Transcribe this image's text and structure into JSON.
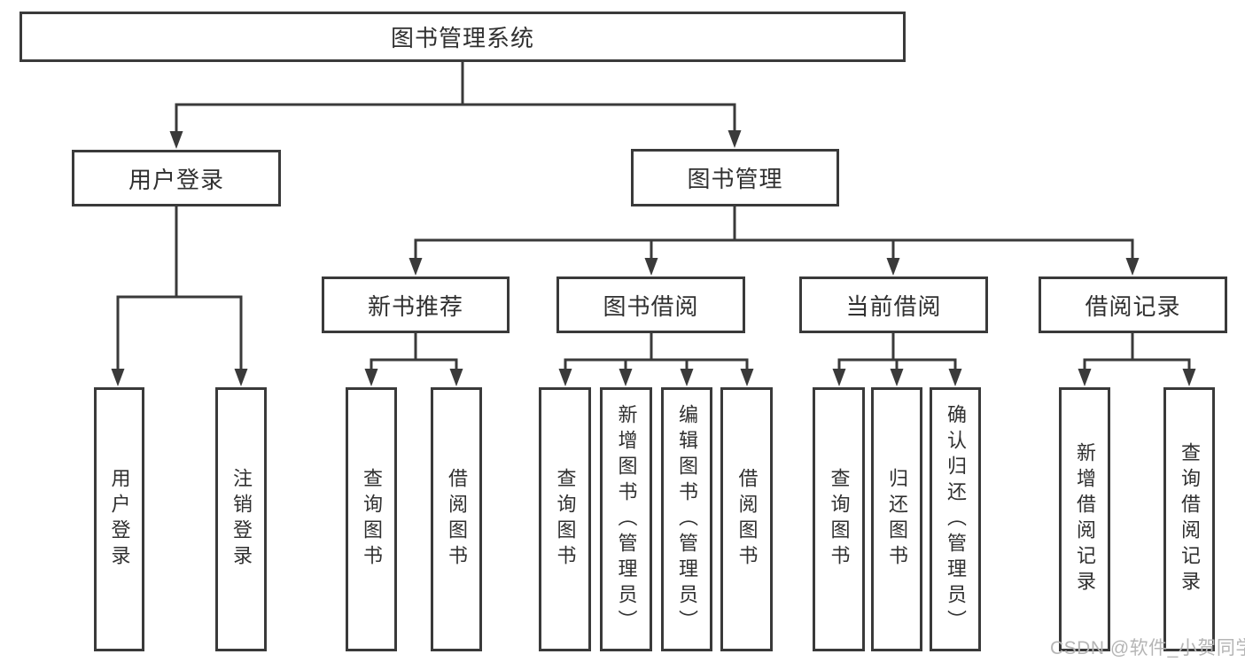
{
  "tree": {
    "root": {
      "label": "图书管理系统"
    },
    "branches": [
      {
        "label": "用户登录",
        "children": [
          {
            "label": "用户登录"
          },
          {
            "label": "注销登录"
          }
        ]
      },
      {
        "label": "图书管理",
        "children": [
          {
            "label": "新书推荐",
            "children": [
              {
                "label": "查询图书"
              },
              {
                "label": "借阅图书"
              }
            ]
          },
          {
            "label": "图书借阅",
            "children": [
              {
                "label": "查询图书"
              },
              {
                "label": "新增图书（管理员）"
              },
              {
                "label": "编辑图书（管理员）"
              },
              {
                "label": "借阅图书"
              }
            ]
          },
          {
            "label": "当前借阅",
            "children": [
              {
                "label": "查询图书"
              },
              {
                "label": "归还图书"
              },
              {
                "label": "确认归还（管理员）"
              }
            ]
          },
          {
            "label": "借阅记录",
            "children": [
              {
                "label": "新增借阅记录"
              },
              {
                "label": "查询借阅记录"
              }
            ]
          }
        ]
      }
    ]
  },
  "watermark": {
    "text": "CSDN @软件_小贺同学"
  },
  "colors": {
    "line": "#3a3a3a",
    "text": "#303030",
    "watermark": "#b5b5b5",
    "background": "#ffffff"
  }
}
